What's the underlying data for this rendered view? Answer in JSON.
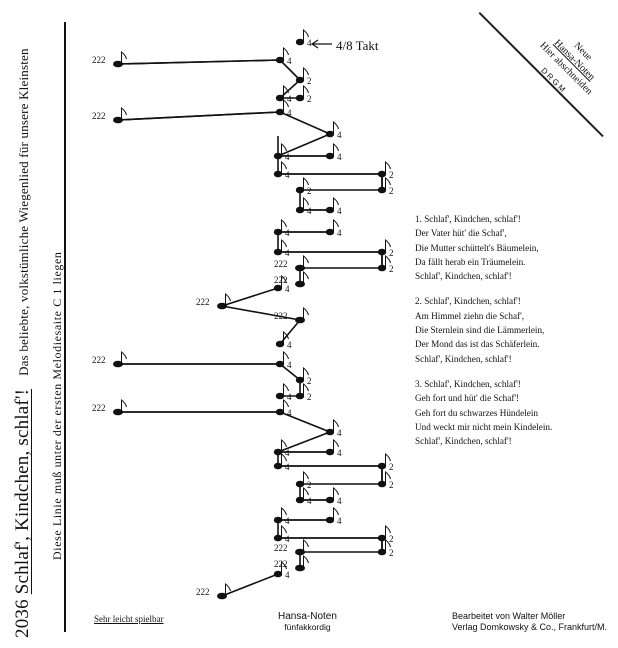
{
  "title": {
    "number": "2036",
    "name": "Schlaf', Kindchen, schlaf'!",
    "description": "Das beliebte, volkstümliche Wiegenlied für unsere Kleinsten"
  },
  "instruction": "Diese Linie muß unter der ersten Melodiesaite C 1 liegen",
  "corner": {
    "line1": "Neue",
    "line2": "Hansa-Noten",
    "line3": "Hier abschneiden",
    "line4": "DRGM"
  },
  "time_signature_note": "4/8 Takt",
  "verses": [
    [
      "1. Schlaf', Kindchen, schlaf'!",
      "Der Vater hüt' die Schaf',",
      "Die Mutter schüttelt's Bäumelein,",
      "Da fällt herab ein Träumelein.",
      "Schlaf', Kindchen, schlaf'!"
    ],
    [
      "2. Schlaf', Kindchen, schlaf'!",
      "Am Himmel ziehn die Schaf',",
      "Die Sternlein sind die Lämmerlein,",
      "Der Mond das ist das Schäferlein.",
      "Schlaf', Kindchen, schlaf'!"
    ],
    [
      "3. Schlaf', Kindchen, schlaf'!",
      "Geh fort und hüt' die Schaf'!",
      "Geh fort du schwarzes Hündelein",
      "Und weckt mir nicht mein Kindelein.",
      "Schlaf', Kindchen, schlaf'!"
    ]
  ],
  "footer": {
    "left": "Sehr leicht spielbar",
    "middle": "Hansa-Noten",
    "middle_sub": "fünfakkordig",
    "right_line1": "Bearbeitet von Walter Möller",
    "right_line2": "Verlag Domkowsky & Co., Frankfurt/M."
  },
  "beat_labels": {
    "four": "4",
    "two": "2",
    "chord": "222"
  },
  "colors": {
    "ink": "#111111",
    "paper": "#ffffff"
  }
}
